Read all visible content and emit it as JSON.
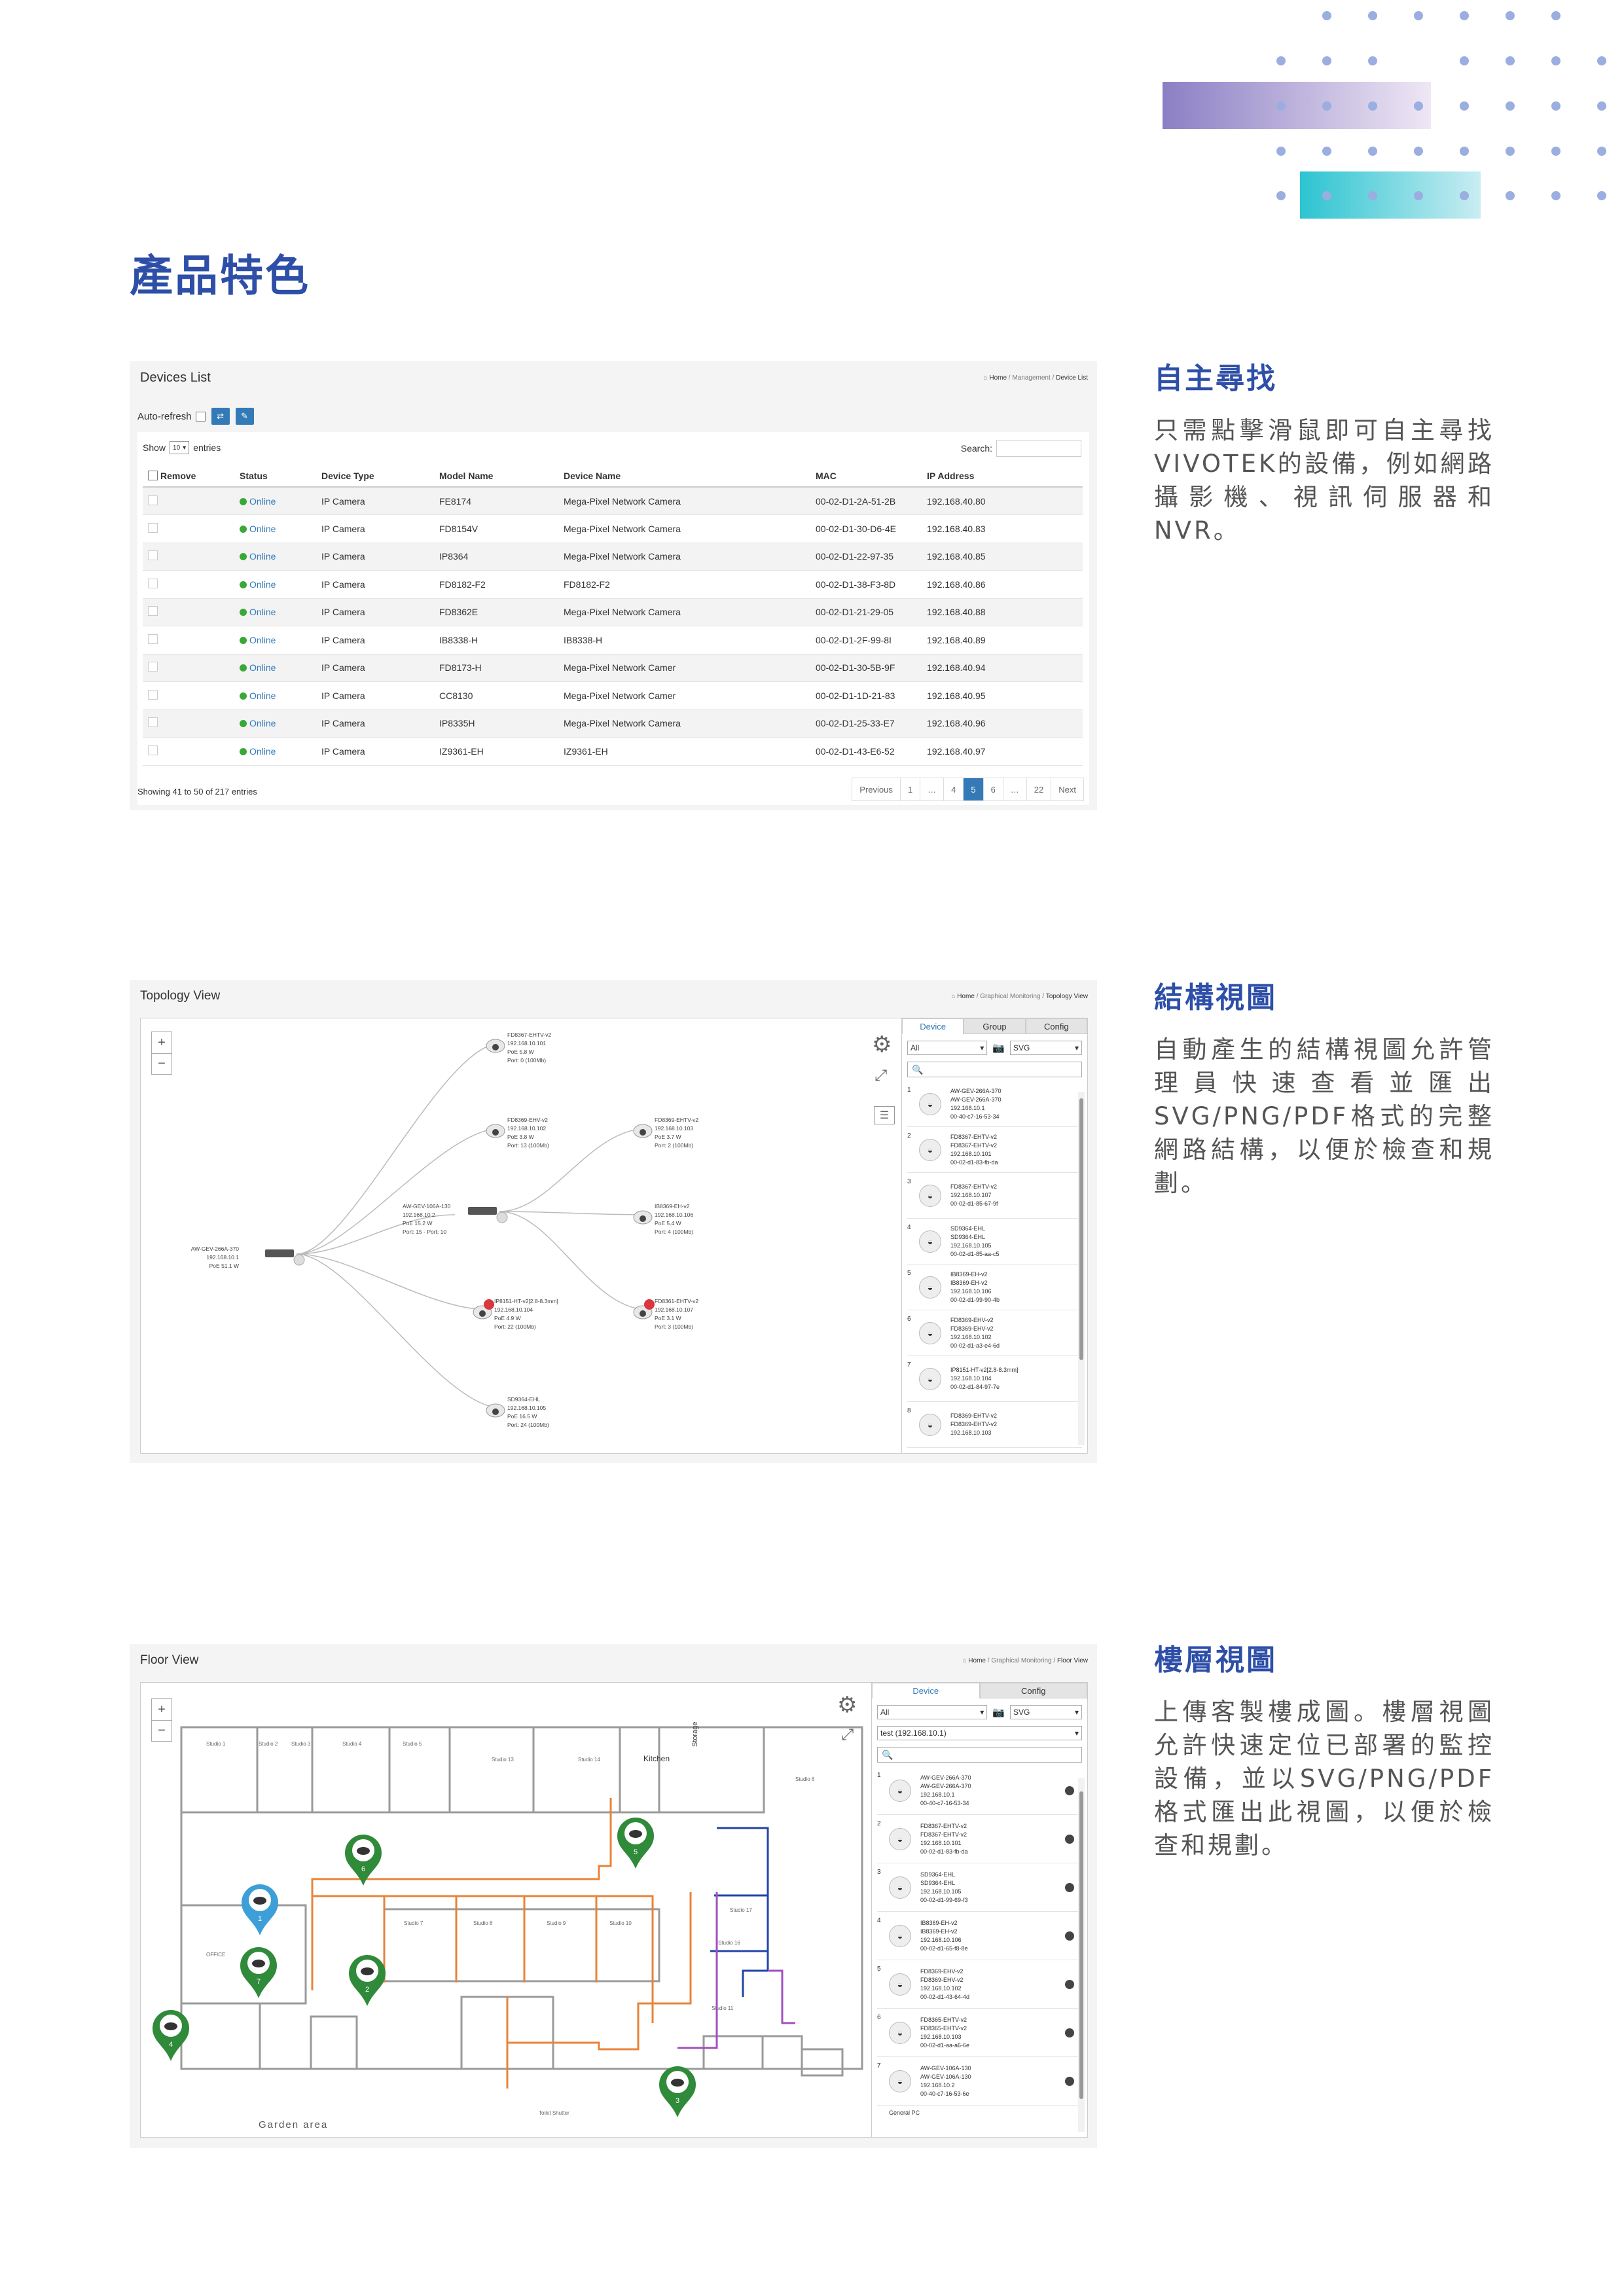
{
  "page": {
    "title": "產品特色"
  },
  "features": [
    {
      "heading": "自主尋找",
      "body": "只需點擊滑鼠即可自主尋找VIVOTEK的設備，例如網路攝影機、視訊伺服器和NVR。"
    },
    {
      "heading": "結構視圖",
      "body": "自動產生的結構視圖允許管理員快速查看並匯出SVG/PNG/PDF格式的完整網路結構，以便於檢查和規劃。"
    },
    {
      "heading": "樓層視圖",
      "body": "上傳客製樓成圖。樓層視圖允許快速定位已部署的監控設備，並以SVG/PNG/PDF格式匯出此視圖，以便於檢查和規劃。"
    }
  ],
  "devices_list": {
    "title": "Devices List",
    "breadcrumb": {
      "home": "Home",
      "section": "Management",
      "page": "Device List"
    },
    "auto_refresh": "Auto-refresh",
    "show_label": "Show",
    "show_value": "10",
    "entries_label": "entries",
    "search_label": "Search:",
    "columns": [
      "Remove",
      "Status",
      "Device Type",
      "Model Name",
      "Device Name",
      "MAC",
      "IP Address"
    ],
    "rows": [
      [
        "",
        "Online",
        "IP Camera",
        "FE8174",
        "Mega-Pixel Network Camera",
        "00-02-D1-2A-51-2B",
        "192.168.40.80"
      ],
      [
        "",
        "Online",
        "IP Camera",
        "FD8154V",
        "Mega-Pixel Network Camera",
        "00-02-D1-30-D6-4E",
        "192.168.40.83"
      ],
      [
        "",
        "Online",
        "IP Camera",
        "IP8364",
        "Mega-Pixel Network Camera",
        "00-02-D1-22-97-35",
        "192.168.40.85"
      ],
      [
        "",
        "Online",
        "IP Camera",
        "FD8182-F2",
        "FD8182-F2",
        "00-02-D1-38-F3-8D",
        "192.168.40.86"
      ],
      [
        "",
        "Online",
        "IP Camera",
        "FD8362E",
        "Mega-Pixel Network Camera",
        "00-02-D1-21-29-05",
        "192.168.40.88"
      ],
      [
        "",
        "Online",
        "IP Camera",
        "IB8338-H",
        "IB8338-H",
        "00-02-D1-2F-99-8I",
        "192.168.40.89"
      ],
      [
        "",
        "Online",
        "IP Camera",
        "FD8173-H",
        "Mega-Pixel Network Camer",
        "00-02-D1-30-5B-9F",
        "192.168.40.94"
      ],
      [
        "",
        "Online",
        "IP Camera",
        "CC8130",
        "Mega-Pixel Network Camer",
        "00-02-D1-1D-21-83",
        "192.168.40.95"
      ],
      [
        "",
        "Online",
        "IP Camera",
        "IP8335H",
        "Mega-Pixel Network Camera",
        "00-02-D1-25-33-E7",
        "192.168.40.96"
      ],
      [
        "",
        "Online",
        "IP Camera",
        "IZ9361-EH",
        "IZ9361-EH",
        "00-02-D1-43-E6-52",
        "192.168.40.97"
      ]
    ],
    "footer": "Showing 41 to 50 of 217 entries",
    "pagination": [
      "Previous",
      "1",
      "…",
      "4",
      "5",
      "6",
      "…",
      "22",
      "Next"
    ],
    "active_page": "5"
  },
  "topology_view": {
    "title": "Topology View",
    "breadcrumb": {
      "home": "Home",
      "section": "Graphical Monitoring",
      "page": "Topology View"
    },
    "tabs": [
      "Device",
      "Group",
      "Config"
    ],
    "filter": "All",
    "export": "SVG",
    "nodes": [
      {
        "lines": [
          "FD8367-EHTV-v2",
          "192.168.10.101",
          "PoE 5.8 W",
          "Port: 0 (100Mb)"
        ]
      },
      {
        "lines": [
          "FD8369-EHV-v2",
          "192.168.10.102",
          "PoE 3.8 W",
          "Port: 13 (100Mb)"
        ]
      },
      {
        "lines": [
          "FD8369-EHTV-v2",
          "192.168.10.103",
          "PoE 3.7 W",
          "Port: 2 (100Mb)"
        ]
      },
      {
        "lines": [
          "AW-GEV-106A-130",
          "192.168.10.2",
          "PoE 15.2 W",
          "Port: 15 - Port: 10"
        ]
      },
      {
        "lines": [
          "IB8369-EH-v2",
          "192.168.10.106",
          "PoE 5.4 W",
          "Port: 4 (100Mb)"
        ]
      },
      {
        "lines": [
          "AW-GEV-266A-370",
          "192.168.10.1",
          "PoE 51.1 W"
        ]
      },
      {
        "lines": [
          "IP8151-HT-v2[2.8-8.3mm]",
          "192.168.10.104",
          "PoE 4.9 W",
          "Port: 22 (100Mb)"
        ]
      },
      {
        "lines": [
          "FD8361-EHTV-v2",
          "192.168.10.107",
          "PoE 3.1 W",
          "Port: 3 (100Mb)"
        ]
      },
      {
        "lines": [
          "SD9364-EHL",
          "192.168.10.105",
          "PoE 16.5 W",
          "Port: 24 (100Mb)"
        ]
      }
    ],
    "list": [
      {
        "num": "1",
        "lines": [
          "AW-GEV-266A-370",
          "AW-GEV-266A-370",
          "192.168.10.1",
          "00-40-c7-16-53-34"
        ]
      },
      {
        "num": "2",
        "lines": [
          "FD8367-EHTV-v2",
          "FD8367-EHTV-v2",
          "192.168.10.101",
          "00-02-d1-83-fb-da"
        ]
      },
      {
        "num": "3",
        "lines": [
          "FD8367-EHTV-v2",
          "192.168.10.107",
          "00-02-d1-85-67-9f"
        ]
      },
      {
        "num": "4",
        "lines": [
          "SD9364-EHL",
          "SD9364-EHL",
          "192.168.10.105",
          "00-02-d1-85-aa-c5"
        ]
      },
      {
        "num": "5",
        "lines": [
          "IB8369-EH-v2",
          "IB8369-EH-v2",
          "192.168.10.106",
          "00-02-d1-99-90-4b"
        ]
      },
      {
        "num": "6",
        "lines": [
          "FD8369-EHV-v2",
          "FD8369-EHV-v2",
          "192.168.10.102",
          "00-02-d1-a3-e4-6d"
        ]
      },
      {
        "num": "7",
        "lines": [
          "IP8151-HT-v2[2.8-8.3mm]",
          "192.168.10.104",
          "00-02-d1-84-97-7e"
        ]
      },
      {
        "num": "8",
        "lines": [
          "FD8369-EHTV-v2",
          "FD8369-EHTV-v2",
          "192.168.10.103"
        ]
      }
    ]
  },
  "floor_view": {
    "title": "Floor View",
    "breadcrumb": {
      "home": "Home",
      "section": "Graphical Monitoring",
      "page": "Floor View"
    },
    "tabs": [
      "Device",
      "Config"
    ],
    "filter": "All",
    "export": "SVG",
    "floor_select": "test (192.168.10.1)",
    "garden_label": "Garden area",
    "rooms": [
      "Studio 1",
      "Studio 2",
      "Studio 3",
      "Studio 4",
      "Studio 5",
      "Studio 13",
      "Studio 14",
      "Kitchen",
      "Storage",
      "Studio 6",
      "Studio 7",
      "Studio 8",
      "Studio 9",
      "Studio 10",
      "Studio 11",
      "Studio 16",
      "Studio 17",
      "OFFICE",
      "Toilet Shutter",
      "Garden area"
    ],
    "markers": [
      "1",
      "2",
      "3",
      "4",
      "5",
      "6",
      "7"
    ],
    "list": [
      {
        "num": "1",
        "lines": [
          "AW-GEV-266A-370",
          "AW-GEV-266A-370",
          "192.168.10.1",
          "00-40-c7-16-53-34"
        ]
      },
      {
        "num": "2",
        "lines": [
          "FD8367-EHTV-v2",
          "FD8367-EHTV-v2",
          "192.168.10.101",
          "00-02-d1-83-fb-da"
        ]
      },
      {
        "num": "3",
        "lines": [
          "SD9364-EHL",
          "SD9364-EHL",
          "192.168.10.105",
          "00-02-d1-99-69-f3"
        ]
      },
      {
        "num": "4",
        "lines": [
          "IB8369-EH-v2",
          "IB8369-EH-v2",
          "192.168.10.106",
          "00-02-d1-65-f8-8e"
        ]
      },
      {
        "num": "5",
        "lines": [
          "FD8369-EHV-v2",
          "FD8369-EHV-v2",
          "192.168.10.102",
          "00-02-d1-43-64-4d"
        ]
      },
      {
        "num": "6",
        "lines": [
          "FD8365-EHTV-v2",
          "FD8365-EHTV-v2",
          "192.168.10.103",
          "00-02-d1-aa-a6-6e"
        ]
      },
      {
        "num": "7",
        "lines": [
          "AW-GEV-106A-130",
          "AW-GEV-106A-130",
          "192.168.10.2",
          "00-40-c7-16-53-6e"
        ]
      }
    ],
    "list_footer": "General PC"
  }
}
